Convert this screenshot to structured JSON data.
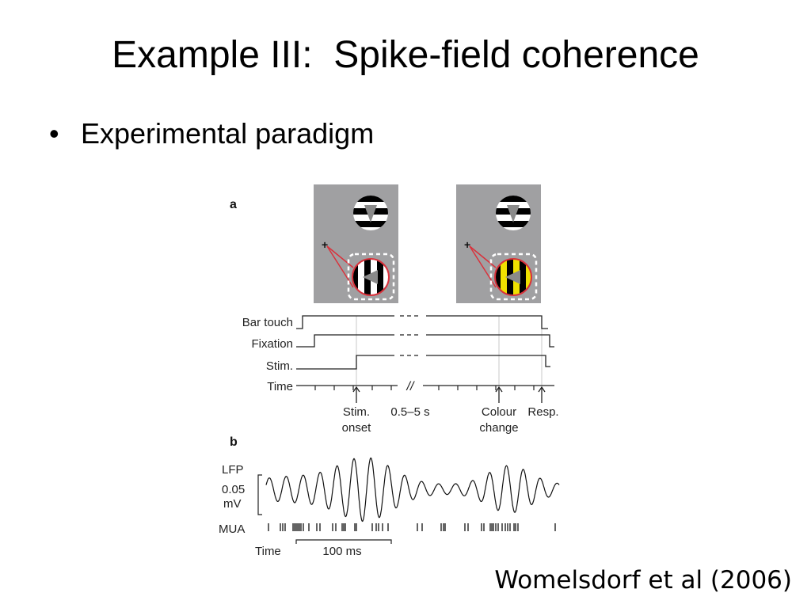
{
  "slide": {
    "title": "Example III:  Spike-field coherence",
    "bullet": "Experimental paradigm",
    "citation": "Womelsdorf et al (2006)"
  },
  "figure": {
    "panel_a": {
      "letter": "a",
      "fixation_cross": "+",
      "colors": {
        "panel_bg": "#a0a0a2",
        "marker": "#d9323c",
        "changed_grating": "#f0e000"
      },
      "rows": [
        "Bar touch",
        "Fixation",
        "Stim.",
        "Time"
      ],
      "break_mark": "//",
      "events": {
        "stim_onset": [
          "Stim.",
          "onset"
        ],
        "interval": "0.5–5 s",
        "colour_change": [
          "Colour",
          "change"
        ],
        "response": "Resp."
      }
    },
    "panel_b": {
      "letter": "b",
      "lfp_label": "LFP",
      "scale_value": "0.05",
      "scale_unit": "mV",
      "mua_label": "MUA",
      "time_label": "Time",
      "time_scale": "100 ms"
    }
  }
}
